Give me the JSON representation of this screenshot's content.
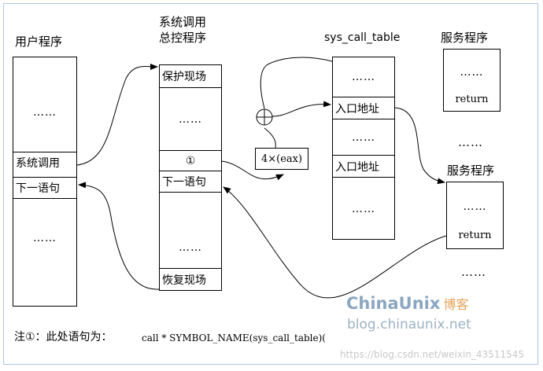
{
  "labels": {
    "user_program": "用户程序",
    "syscall_line1": "系统调用",
    "syscall_line2": "总控程序",
    "sys_call_table": "sys_call_table",
    "service_top": "服务程序",
    "service_mid": "服务程序",
    "dots_between": "……",
    "dots_bottom": "……"
  },
  "user_box": {
    "dots1": "……",
    "syscall": "系统调用",
    "next_stmt": "下一语句",
    "dots2": "……"
  },
  "control_box": {
    "save": "保护现场",
    "dots1": "……",
    "marker": "①",
    "next_stmt": "下一语句",
    "dots2": "……",
    "restore": "恢复现场"
  },
  "table_box": {
    "dots1": "……",
    "entry1": "入口地址",
    "dots2": "……",
    "entry2": "入口地址",
    "dots3": "……"
  },
  "offset": "4×(eax)",
  "service_box1": {
    "dots": "……",
    "ret": "return"
  },
  "service_box2": {
    "dots": "……",
    "ret": "return"
  },
  "note": {
    "prefix": "注①：此处语句为：",
    "code": "call * SYMBOL_NAME(sys_call_table)("
  },
  "watermark": {
    "brand": "ChinaUnix",
    "brand_sub": "博客",
    "site": "blog.chinaunix.net",
    "url": "https://blog.csdn.net/weixin_43511545"
  }
}
